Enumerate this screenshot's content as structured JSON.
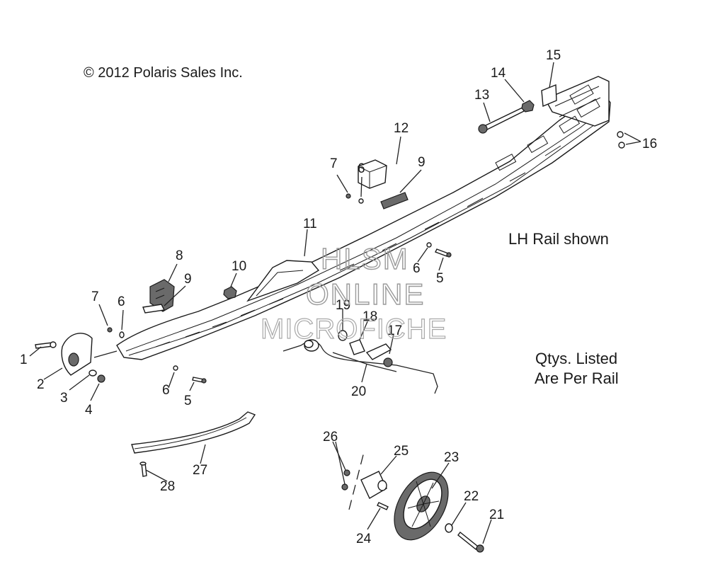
{
  "copyright": "© 2012 Polaris Sales Inc.",
  "notes": {
    "rail_shown": "LH Rail shown",
    "qtys_line1": "Qtys. Listed",
    "qtys_line2": "Are Per Rail"
  },
  "watermark": {
    "line1": "HLSM",
    "line2": "ONLINE",
    "line3": "MICROFICHE"
  },
  "callouts": {
    "n1": "1",
    "n2": "2",
    "n3": "3",
    "n4": "4",
    "n5a": "5",
    "n5b": "5",
    "n6a": "6",
    "n6b": "6",
    "n6c": "6",
    "n6d": "6",
    "n7a": "7",
    "n7b": "7",
    "n8": "8",
    "n9a": "9",
    "n9b": "9",
    "n10": "10",
    "n11": "11",
    "n12": "12",
    "n13": "13",
    "n14": "14",
    "n15": "15",
    "n16": "16",
    "n17": "17",
    "n18": "18",
    "n19": "19",
    "n20": "20",
    "n21": "21",
    "n22": "22",
    "n23": "23",
    "n24": "24",
    "n25": "25",
    "n26": "26",
    "n27": "27",
    "n28": "28"
  }
}
